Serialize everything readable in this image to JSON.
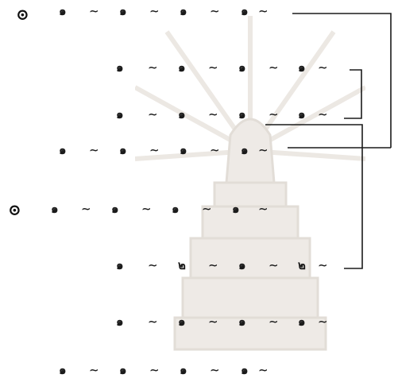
{
  "page": {
    "markers": {
      "first": "⊙",
      "second": "⊙"
    },
    "rows": [
      [
        "๑",
        "∼",
        "๑",
        "∼",
        "๑",
        "∼",
        "๑",
        "∼"
      ],
      [
        "๑",
        "∼",
        "๑",
        "∼",
        "๑",
        "∼",
        "๑",
        "∼"
      ],
      [
        "๑",
        "∼",
        "๑",
        "∼",
        "๑",
        "∼",
        "๑",
        "∼"
      ],
      [
        "๑",
        "∼",
        "๑",
        "∼",
        "๑",
        "∼",
        "๑",
        "∼"
      ],
      [
        "๑",
        "∼",
        "๑",
        "∼",
        "๑",
        "∼",
        "๑",
        "∼"
      ],
      [
        "๑",
        "∼",
        "๒",
        "∼",
        "๑",
        "∼",
        "๒",
        "∼"
      ],
      [
        "๑",
        "∼",
        "๑",
        "∼",
        "๑",
        "∼",
        "๑",
        "∼"
      ],
      [
        "๑",
        "∼",
        "๑",
        "∼",
        "๑",
        "∼",
        "๑",
        "∼"
      ]
    ],
    "ink_color": "#1a1a1a",
    "watermark_color": "#e6e1dc"
  }
}
